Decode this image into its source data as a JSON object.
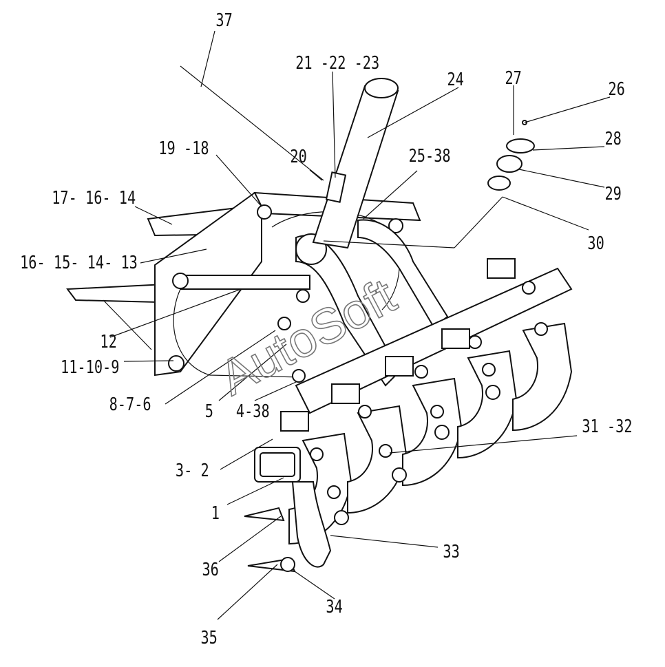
{
  "labels": {
    "l37": "37",
    "l21": "21 -22 -23",
    "l24": "24",
    "l27": "27",
    "l26": "26",
    "l28": "28",
    "l29": "29",
    "l30": "30",
    "l19": "19 -18",
    "l20": "20",
    "l25": "25-38",
    "l17": "17- 16- 14",
    "l16": "16- 15- 14- 13",
    "l12": "12",
    "l11": "11-10-9",
    "l8": "8-7-6",
    "l5": "5",
    "l4": "4-38",
    "l3": "3-  2",
    "l1": "1",
    "l31": "31 -32",
    "l36": "36",
    "l33": "33",
    "l34": "34",
    "l35": "35"
  },
  "watermark": "AutoSoft"
}
